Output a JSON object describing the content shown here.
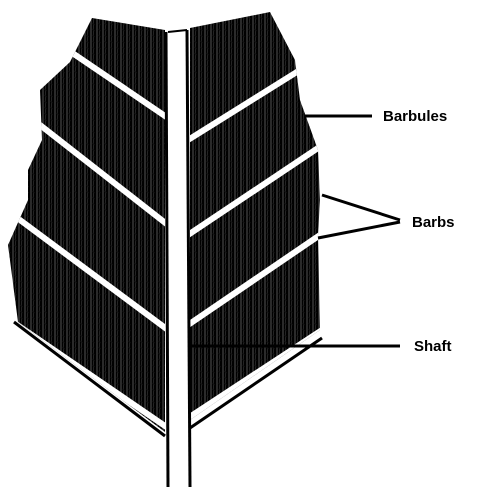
{
  "diagram": {
    "labels": {
      "barbules": "Barbules",
      "barbs": "Barbs",
      "shaft": "Shaft"
    },
    "colors": {
      "ink": "#000000",
      "paper": "#ffffff"
    }
  }
}
